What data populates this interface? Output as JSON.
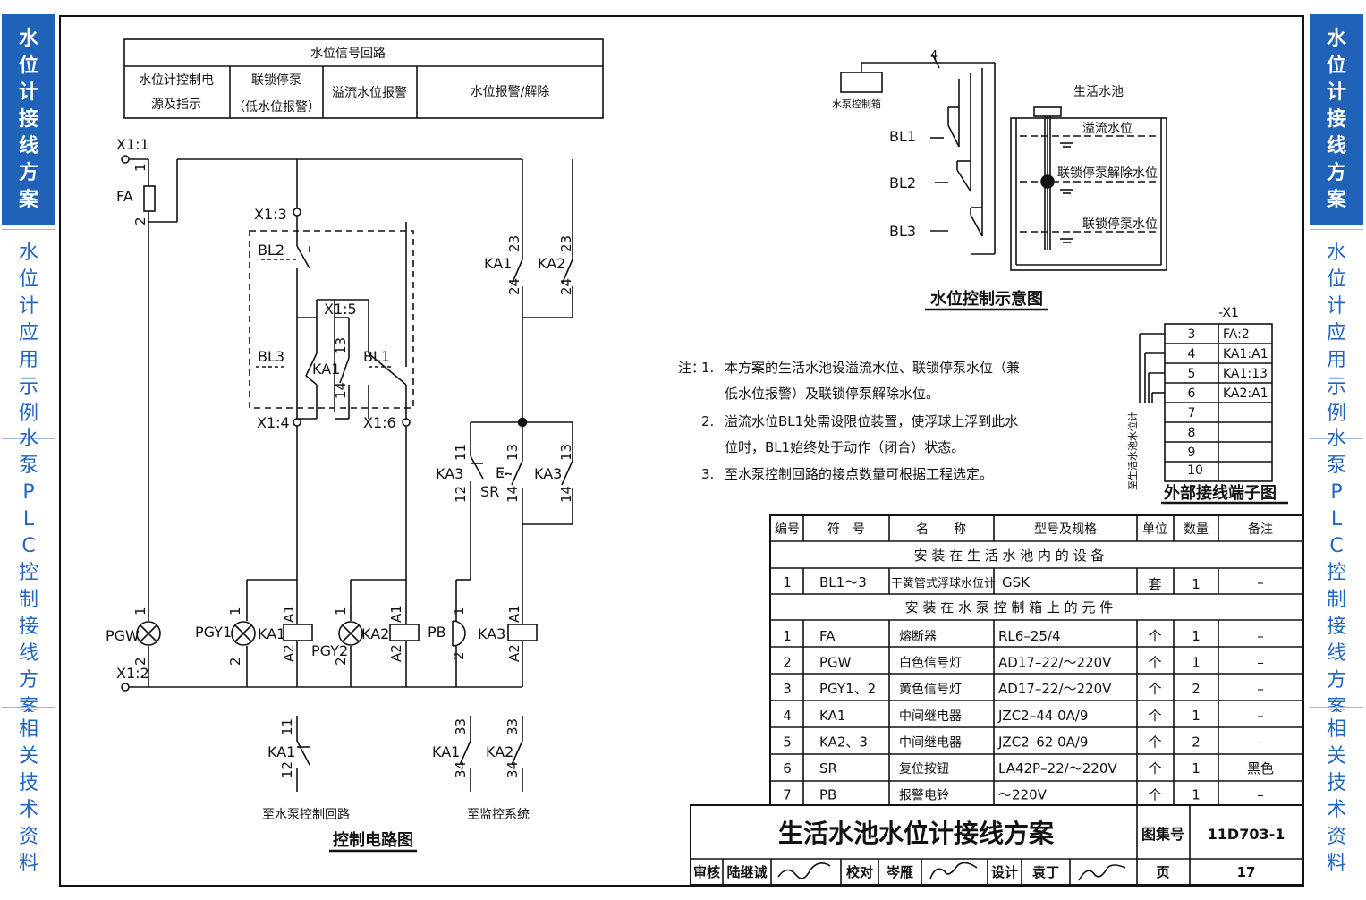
{
  "side_tabs_left": [
    {
      "text": "水位计接线方案",
      "active": true
    },
    {
      "text": "水位计应用示例",
      "active": false
    },
    {
      "text": "水泵PLC控制接线方案",
      "active": false
    },
    {
      "text": "相关技术资料",
      "active": false
    }
  ],
  "side_tabs_right": [
    {
      "text": "水位计接线方案",
      "active": true
    },
    {
      "text": "水位计应用示例",
      "active": false
    },
    {
      "text": "水泵PLC控制接线方案",
      "active": false
    },
    {
      "text": "相关技术资料",
      "active": false
    }
  ],
  "circuit": {
    "header_title": "水位信号回路",
    "col1_l1": "水位计控制电",
    "col1_l2": "源及指示",
    "col2_l1": "联锁停泵",
    "col2_l2": "（低水位报警）",
    "col3": "溢流水位报警",
    "col4": "水位报警/解除",
    "x1_1": "X1:1",
    "x1_2": "X1:2",
    "x1_3": "X1:3",
    "x1_4": "X1:4",
    "x1_5": "X1:5",
    "x1_6": "X1:6",
    "fa": "FA",
    "bl1": "BL1",
    "bl2": "BL2",
    "bl3": "BL3",
    "ka1": "KA1",
    "ka2": "KA2",
    "ka3": "KA3",
    "sr": "SR",
    "e": "E-",
    "pgw": "PGW",
    "pgy1": "PGY1",
    "pgy2": "PGY2",
    "pb": "PB",
    "n1": "1",
    "n2": "2",
    "n11": "11",
    "n12": "12",
    "n13": "13",
    "n14": "14",
    "n23": "23",
    "n24": "24",
    "n33": "33",
    "n34": "34",
    "a1": "A1",
    "a2": "A2",
    "to_pump": "至水泵控制回路",
    "to_monitor": "至监控系统",
    "caption": "控制电路图"
  },
  "schematic": {
    "box_label": "水泵控制箱",
    "wire_count": "4",
    "pool": "生活水池",
    "lv1": "溢流水位",
    "lv2": "联锁停泵解除水位",
    "lv3": "联锁停泵水位",
    "bl1": "BL1",
    "bl2": "BL2",
    "bl3": "BL3",
    "caption": "水位控制示意图"
  },
  "notes": {
    "prefix": "注：",
    "items": [
      {
        "num": "1.",
        "l1": "本方案的生活水池设溢流水位、联锁停泵水位（兼",
        "l2": "低水位报警）及联锁停泵解除水位。"
      },
      {
        "num": "2.",
        "l1": "溢流水位BL1处需设限位装置，使浮球上浮到此水",
        "l2": "位时，BL1始终处于动作（闭合）状态。"
      },
      {
        "num": "3.",
        "l1": "至水泵控制回路的接点数量可根据工程选定。",
        "l2": ""
      }
    ]
  },
  "terminal": {
    "title": "-X1",
    "rows": [
      {
        "n": "3",
        "v": "FA:2"
      },
      {
        "n": "4",
        "v": "KA1:A1"
      },
      {
        "n": "5",
        "v": "KA1:13"
      },
      {
        "n": "6",
        "v": "KA2:A1"
      },
      {
        "n": "7",
        "v": ""
      },
      {
        "n": "8",
        "v": ""
      },
      {
        "n": "9",
        "v": ""
      },
      {
        "n": "10",
        "v": ""
      }
    ],
    "side_label": "至生活水池水位计",
    "caption": "外部接线端子图"
  },
  "equipment": {
    "headers": [
      "编号",
      "符　号",
      "名　　称",
      "型号及规格",
      "单位",
      "数量",
      "备注"
    ],
    "section1": "安 装 在 生 活 水 池 内 的 设 备",
    "rows1": [
      {
        "no": "1",
        "sym": "BL1～3",
        "name": "干簧管式浮球水位计",
        "model": "GSK",
        "unit": "套",
        "qty": "1",
        "note": "–"
      }
    ],
    "section2": "安 装 在 水 泵 控 制 箱 上 的 元 件",
    "rows2": [
      {
        "no": "1",
        "sym": "FA",
        "name": "熔断器",
        "model": "RL6–25/4",
        "unit": "个",
        "qty": "1",
        "note": "–"
      },
      {
        "no": "2",
        "sym": "PGW",
        "name": "白色信号灯",
        "model": "AD17–22/～220V",
        "unit": "个",
        "qty": "1",
        "note": "–"
      },
      {
        "no": "3",
        "sym": "PGY1、2",
        "name": "黄色信号灯",
        "model": "AD17–22/～220V",
        "unit": "个",
        "qty": "2",
        "note": "–"
      },
      {
        "no": "4",
        "sym": "KA1",
        "name": "中间继电器",
        "model": "JZC2–44  0A/9",
        "unit": "个",
        "qty": "1",
        "note": "–"
      },
      {
        "no": "5",
        "sym": "KA2、3",
        "name": "中间继电器",
        "model": "JZC2–62  0A/9",
        "unit": "个",
        "qty": "2",
        "note": "–"
      },
      {
        "no": "6",
        "sym": "SR",
        "name": "复位按钮",
        "model": "LA42P–22/～220V",
        "unit": "个",
        "qty": "1",
        "note": "黑色"
      },
      {
        "no": "7",
        "sym": "PB",
        "name": "报警电铃",
        "model": "～220V",
        "unit": "个",
        "qty": "1",
        "note": "–"
      }
    ]
  },
  "title_block": {
    "title": "生活水池水位计接线方案",
    "atlas_label": "图集号",
    "atlas_no": "11D703-1",
    "review": "审核",
    "reviewer": "陆继诚",
    "check": "校对",
    "checker": "岑雁",
    "design": "设计",
    "designer": "袁丁",
    "page_label": "页",
    "page_no": "17"
  }
}
